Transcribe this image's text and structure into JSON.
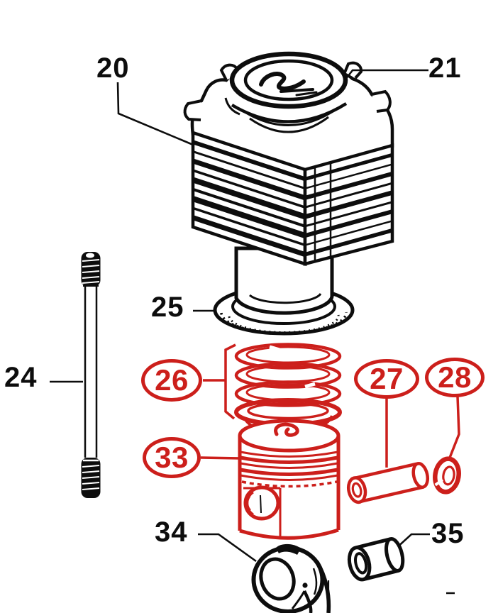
{
  "colors": {
    "background": "#ffffff",
    "ink": "#0d0d0d",
    "red": "#cc1f1b"
  },
  "callouts": {
    "plain": {
      "c20": "20",
      "c21": "21",
      "c24": "24",
      "c25": "25",
      "c34": "34",
      "c35": "35"
    },
    "circled": {
      "c26": "26",
      "c27": "27",
      "c28": "28",
      "c33": "33"
    }
  }
}
